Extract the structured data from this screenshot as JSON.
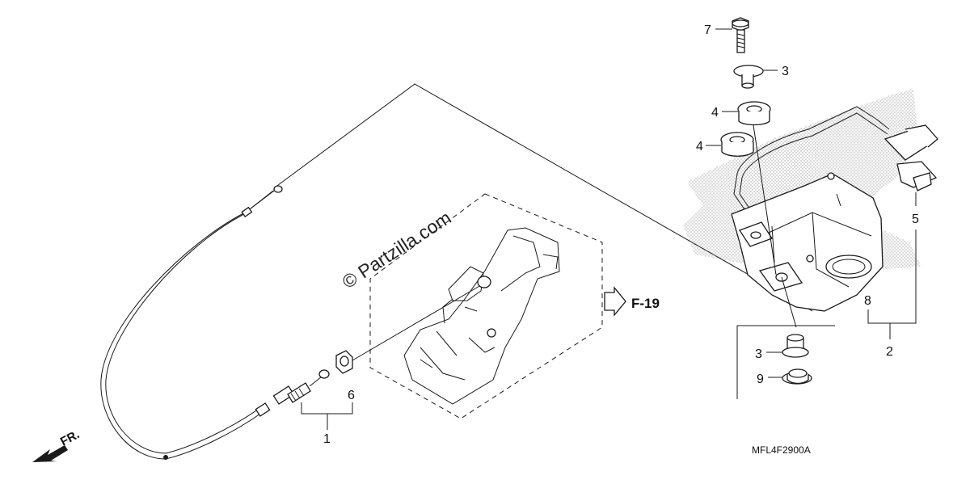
{
  "watermark": "© Partzilla.com",
  "diagram_code": "MFL4F2900A",
  "reference": "F-19",
  "front_marker": "FR.",
  "callouts": {
    "c1": "1",
    "c2": "2",
    "c3a": "3",
    "c3b": "3",
    "c4a": "4",
    "c4b": "4",
    "c5": "5",
    "c6": "6",
    "c7": "7",
    "c8": "8",
    "c9": "9"
  }
}
